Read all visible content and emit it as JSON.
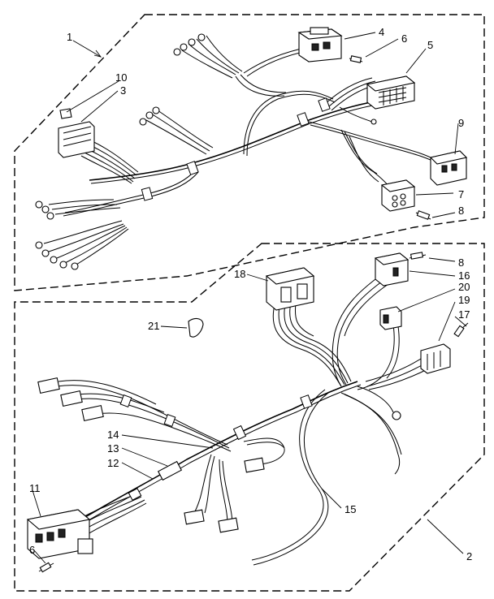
{
  "diagram": {
    "callouts": [
      {
        "id": "1",
        "label": "1"
      },
      {
        "id": "2",
        "label": "2"
      },
      {
        "id": "3",
        "label": "3"
      },
      {
        "id": "4",
        "label": "4"
      },
      {
        "id": "5",
        "label": "5"
      },
      {
        "id": "6",
        "label": "6"
      },
      {
        "id": "6b",
        "label": "6"
      },
      {
        "id": "7",
        "label": "7"
      },
      {
        "id": "8",
        "label": "8"
      },
      {
        "id": "8b",
        "label": "8"
      },
      {
        "id": "9",
        "label": "9"
      },
      {
        "id": "10",
        "label": "10"
      },
      {
        "id": "11",
        "label": "11"
      },
      {
        "id": "12",
        "label": "12"
      },
      {
        "id": "13",
        "label": "13"
      },
      {
        "id": "14",
        "label": "14"
      },
      {
        "id": "15",
        "label": "15"
      },
      {
        "id": "16",
        "label": "16"
      },
      {
        "id": "17",
        "label": "17"
      },
      {
        "id": "18",
        "label": "18"
      },
      {
        "id": "19",
        "label": "19"
      },
      {
        "id": "20",
        "label": "20"
      },
      {
        "id": "21",
        "label": "21"
      }
    ]
  }
}
